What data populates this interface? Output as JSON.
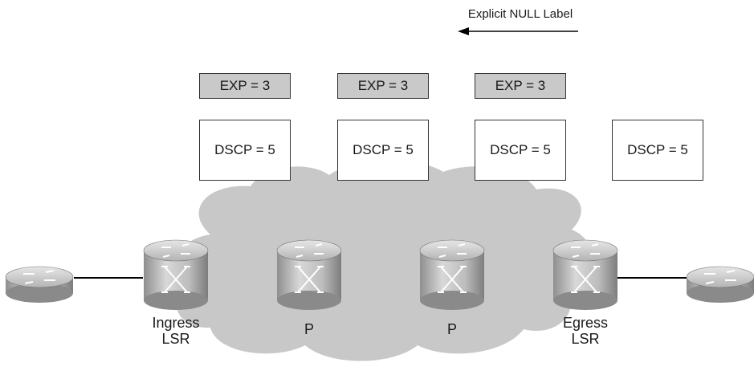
{
  "arrow_label": "Explicit NULL Label",
  "exp_labels": [
    "EXP = 3",
    "EXP = 3",
    "EXP = 3"
  ],
  "dscp_labels": [
    "DSCP = 5",
    "DSCP = 5",
    "DSCP = 5",
    "DSCP = 5"
  ],
  "routers": [
    {
      "label_line1": "",
      "label_line2": ""
    },
    {
      "label_line1": "Ingress",
      "label_line2": "LSR"
    },
    {
      "label_line1": "P",
      "label_line2": ""
    },
    {
      "label_line1": "P",
      "label_line2": ""
    },
    {
      "label_line1": "Egress",
      "label_line2": "LSR"
    },
    {
      "label_line1": "",
      "label_line2": ""
    }
  ],
  "colors": {
    "cloud": "#c8c8c8",
    "exp_fill": "#c9c9c9",
    "router_body": "#b9b9b9",
    "line": "#000000"
  }
}
